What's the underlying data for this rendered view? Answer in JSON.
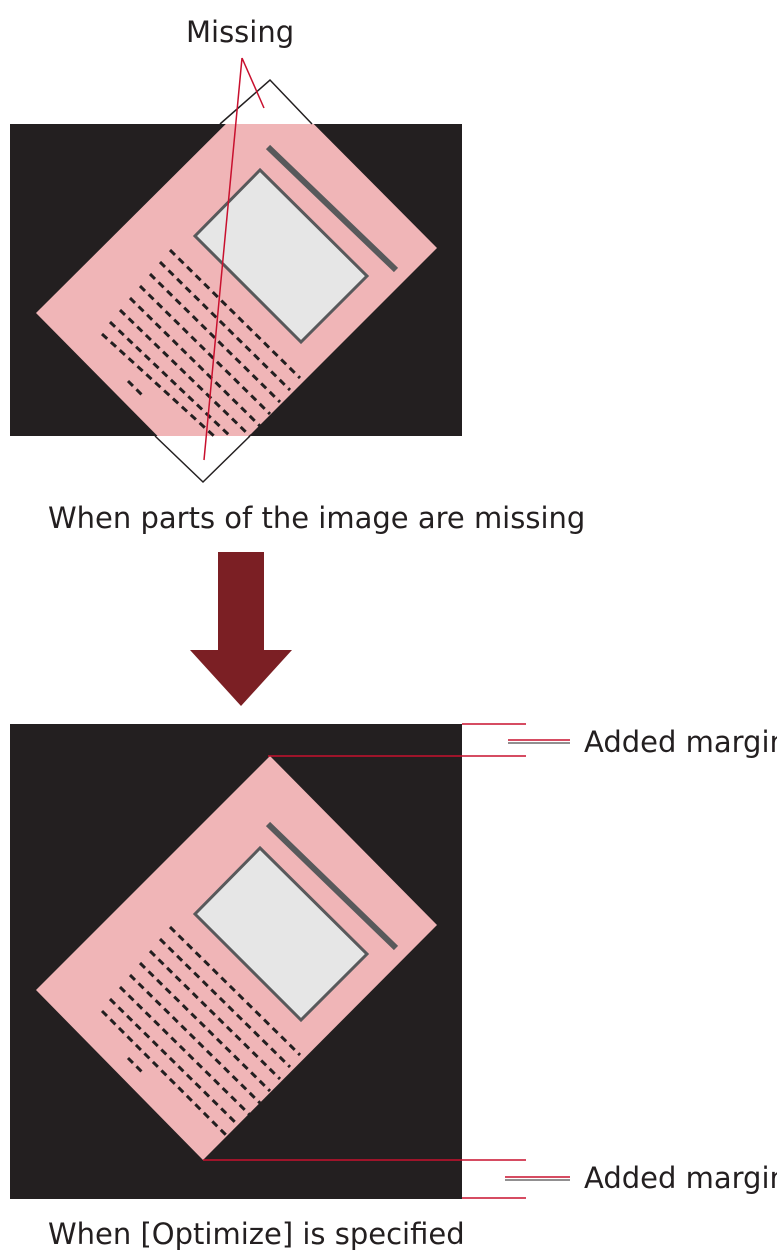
{
  "labels": {
    "missing": "Missing",
    "caption_top": "When parts of the image are missing",
    "added_margin_top": "Added margin",
    "added_margin_bottom": "Added margin",
    "caption_bottom": "When [Optimize] is specified"
  },
  "colors": {
    "background": "#ffffff",
    "scan_black": "#231f20",
    "page_pink": "#f0b5b7",
    "photo_gray": "#e6e6e6",
    "text_line": "#231f20",
    "accent_red": "#c8102e",
    "arrow_dark_red": "#7b1f24",
    "outline_gray": "#58595b"
  }
}
